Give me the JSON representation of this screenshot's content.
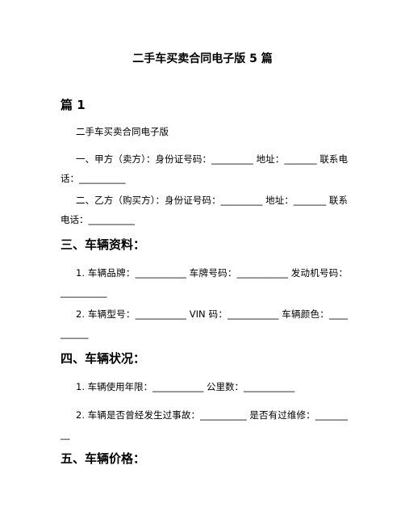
{
  "document": {
    "title": "二手车买卖合同电子版 5 篇",
    "section_heading": "篇 1",
    "contract_title": "二手车买卖合同电子版",
    "party_a": "一、甲方（卖方）：身份证号码：_________  地址：_______  联系电话：__________",
    "party_b": "二、乙方（购买方）：身份证号码：_________  地址：_______  联系电话：__________",
    "vehicle_info_heading": "三、车辆资料：",
    "vehicle_info_1": "1. 车辆品牌：___________  车牌号码：___________  发动机号码：__________",
    "vehicle_info_2": "2. 车辆型号：___________    VIN 码：___________  车辆颜色：__________",
    "vehicle_condition_heading": "四、车辆状况：",
    "vehicle_condition_1": "1. 车辆使用年限：___________  公里数：___________",
    "vehicle_condition_2": "2. 车辆是否曾经发生过事故：__________    是否有过维修：_________",
    "vehicle_price_heading": "五、车辆价格："
  }
}
